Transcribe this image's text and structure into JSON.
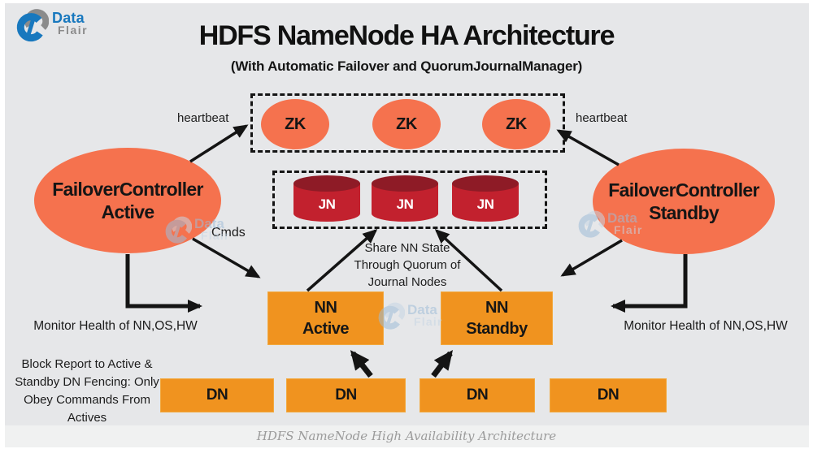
{
  "logo": {
    "data": "Data",
    "flair": "Flair"
  },
  "header": {
    "title": "HDFS NameNode HA Architecture",
    "subtitle": "(With Automatic Failover and QuorumJournalManager)"
  },
  "nodes": {
    "zk": [
      "ZK",
      "ZK",
      "ZK"
    ],
    "jn": [
      "JN",
      "JN",
      "JN"
    ],
    "fc_active": {
      "line1": "FailoverController",
      "line2": "Active"
    },
    "fc_standby": {
      "line1": "FailoverController",
      "line2": "Standby"
    },
    "nn_active": {
      "line1": "NN",
      "line2": "Active"
    },
    "nn_standby": {
      "line1": "NN",
      "line2": "Standby"
    },
    "dn": [
      "DN",
      "DN",
      "DN",
      "DN"
    ]
  },
  "labels": {
    "heartbeat_left": "heartbeat",
    "heartbeat_right": "heartbeat",
    "cmds": "Cmds",
    "share_state": {
      "line1": "Share NN State",
      "line2": "Through Quorum of",
      "line3": "Journal Nodes"
    },
    "monitor_left": "Monitor Health of NN,OS,HW",
    "monitor_right": "Monitor Health of NN,OS,HW",
    "block_report": {
      "line1": "Block Report to Active &",
      "line2": "Standby DN Fencing: Only",
      "line3": "Obey Commands From",
      "line4": "Actives"
    }
  },
  "watermark": {
    "data": "Data",
    "flair": "Flair"
  },
  "caption": "HDFS NameNode High Availability Architecture",
  "colors": {
    "background": "#e6e7e9",
    "node_salmon": "#f5724e",
    "node_orange": "#f0931f",
    "jn_red": "#c2212e",
    "jn_dark_red": "#8e1b26",
    "arrow_black": "#141414",
    "logo_blue": "#1878be",
    "logo_gray": "#8b8b8b",
    "caption_bar": "#f0f1f1",
    "watermark_blue": "#9fbdd8"
  }
}
